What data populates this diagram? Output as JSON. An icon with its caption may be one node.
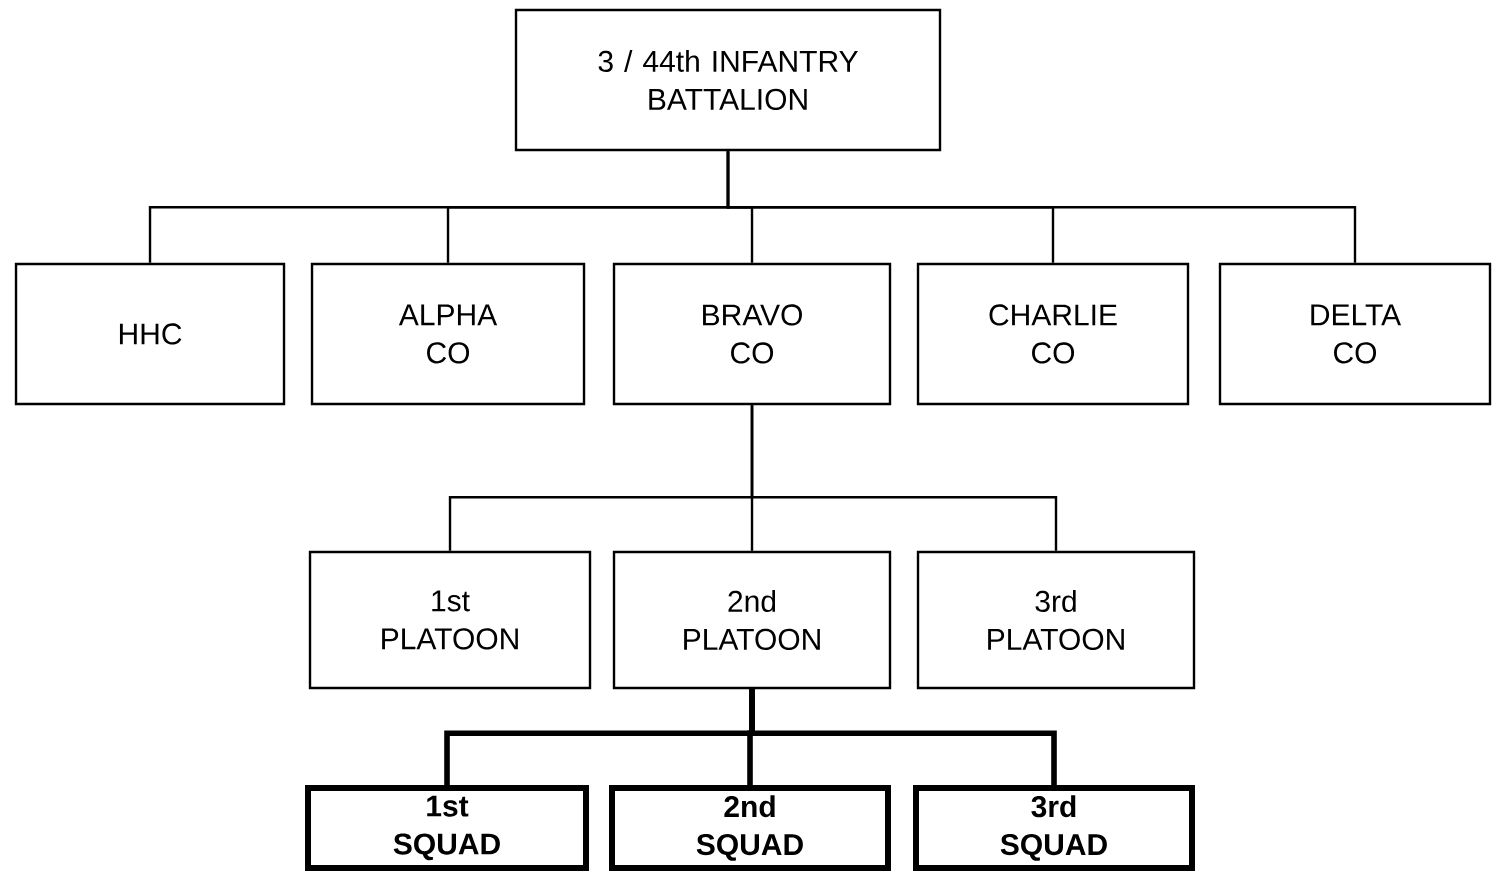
{
  "diagram": {
    "nodes": [
      {
        "text": [
          "3 / 44th INFANTRY BATTALION"
        ]
      },
      {
        "text": [
          "HHC"
        ]
      },
      {
        "text": [
          "ALPHA CO"
        ]
      },
      {
        "text": [
          "BRAVO CO"
        ]
      },
      {
        "text": [
          "CHARLIE CO"
        ]
      },
      {
        "text": [
          "DELTA CO"
        ]
      },
      {
        "text": [
          "1st PLATOON"
        ]
      },
      {
        "text": [
          "2nd PLATOON"
        ]
      },
      {
        "text": [
          "3rd PLATOON"
        ]
      },
      {
        "text": [
          "1st SQUAD"
        ]
      },
      {
        "text": [
          "2nd SQUAD"
        ]
      },
      {
        "text": [
          "3rd SQUAD"
        ]
      }
    ],
    "edges": [
      {
        "from": 0,
        "to": 1,
        "arrow": "none"
      },
      {
        "from": 0,
        "to": 2,
        "arrow": "none"
      },
      {
        "from": 0,
        "to": 3,
        "arrow": "none"
      },
      {
        "from": 0,
        "to": 4,
        "arrow": "none"
      },
      {
        "from": 0,
        "to": 5,
        "arrow": "none"
      },
      {
        "from": 3,
        "to": 6,
        "arrow": "none"
      },
      {
        "from": 3,
        "to": 7,
        "arrow": "none"
      },
      {
        "from": 3,
        "to": 8,
        "arrow": "none"
      },
      {
        "from": 7,
        "to": 9,
        "arrow": "none",
        "style": "thick"
      },
      {
        "from": 7,
        "to": 10,
        "arrow": "none",
        "style": "thick"
      },
      {
        "from": 7,
        "to": 11,
        "arrow": "none",
        "style": "thick"
      }
    ]
  }
}
